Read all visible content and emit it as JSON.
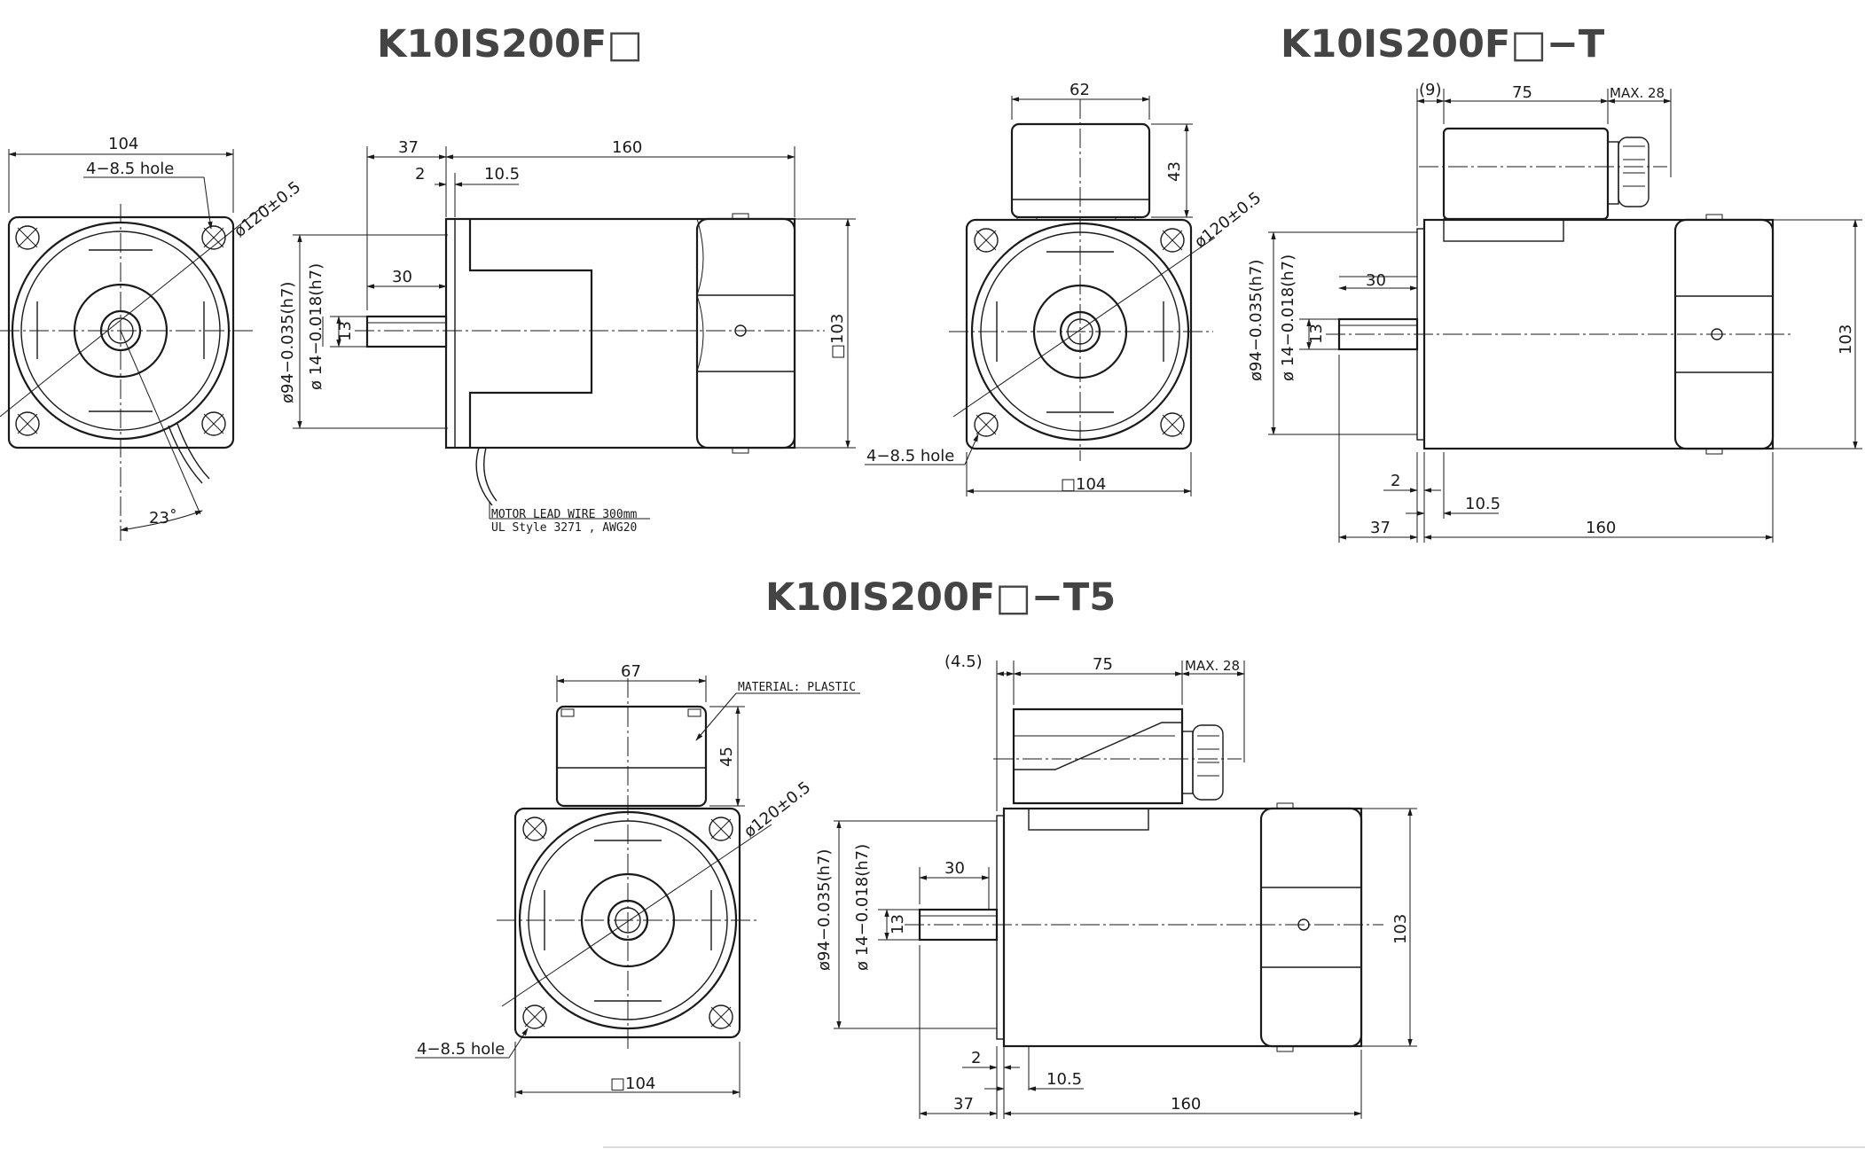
{
  "titles": {
    "top_left": "K10IS200F□",
    "top_right": "K10IS200F□−T",
    "bottom": "K10IS200F□−T5"
  },
  "view_a": {
    "width_104": "104",
    "hole_label": "4−8.5 hole",
    "pcd": "ø120±0.5",
    "angle": "23˚",
    "dim_37": "37",
    "dim_160": "160",
    "dim_2": "2",
    "dim_10_5": "10.5",
    "dim_30": "30",
    "dim_13": "13",
    "dia_94": "ø94−0.035(h7)",
    "dia_14": "ø 14−0.018(h7)",
    "sq_103": "□103",
    "lead_wire_1": "MOTOR LEAD WIRE 300mm",
    "lead_wire_2": "UL Style 3271 , AWG20"
  },
  "view_b": {
    "width_62": "62",
    "height_43": "43",
    "pcd": "ø120±0.5",
    "hole_label": "4−8.5 hole",
    "sq_104": "□104",
    "dim_9": "(9)",
    "dim_75": "75",
    "max_28": "MAX. 28",
    "dim_30": "30",
    "dim_13": "13",
    "dia_94": "ø94−0.035(h7)",
    "dia_14": "ø 14−0.018(h7)",
    "dim_103": "103",
    "dim_2": "2",
    "dim_10_5": "10.5",
    "dim_37": "37",
    "dim_160": "160"
  },
  "view_c": {
    "width_67": "67",
    "material": "MATERIAL: PLASTIC",
    "height_45": "45",
    "pcd": "ø120±0.5",
    "hole_label": "4−8.5 hole",
    "sq_104": "□104",
    "dim_4_5": "(4.5)",
    "dim_75": "75",
    "max_28": "MAX. 28",
    "dim_30": "30",
    "dim_13": "13",
    "dia_94": "ø94−0.035(h7)",
    "dia_14": "ø 14−0.018(h7)",
    "dim_103": "103",
    "dim_2": "2",
    "dim_10_5": "10.5",
    "dim_37": "37",
    "dim_160": "160"
  }
}
